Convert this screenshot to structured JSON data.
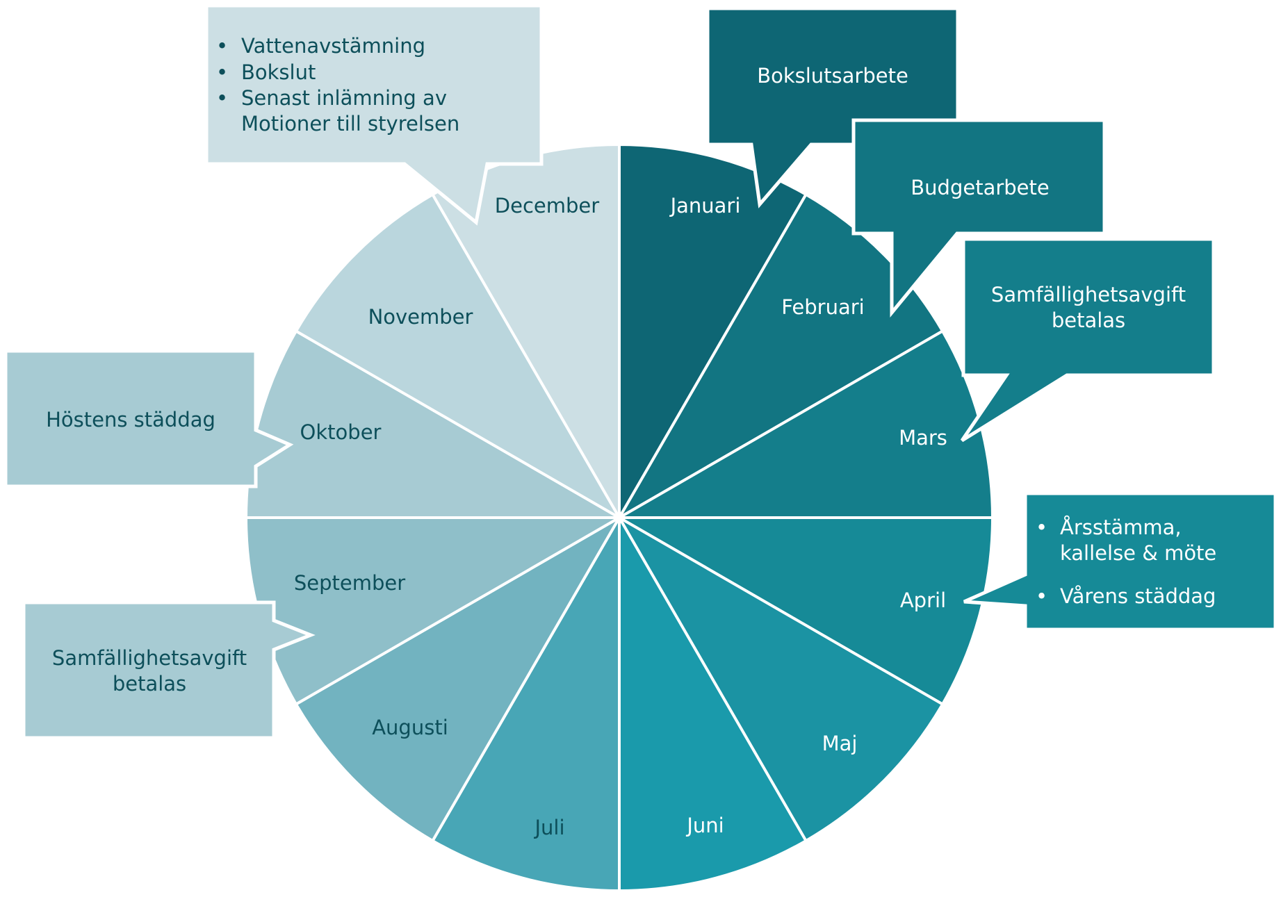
{
  "title": "Årshjul",
  "months": [
    {
      "label": "Januari",
      "color": "#0e6674",
      "text_color": "#ffffff"
    },
    {
      "label": "Februari",
      "color": "#127582",
      "text_color": "#ffffff"
    },
    {
      "label": "Mars",
      "color": "#147e8b",
      "text_color": "#ffffff"
    },
    {
      "label": "April",
      "color": "#168a97",
      "text_color": "#ffffff"
    },
    {
      "label": "Maj",
      "color": "#1b93a3",
      "text_color": "#ffffff"
    },
    {
      "label": "Juni",
      "color": "#1a9aab",
      "text_color": "#ffffff"
    },
    {
      "label": "Juli",
      "color": "#48a6b6",
      "text_color": "#0d4f5a"
    },
    {
      "label": "Augusti",
      "color": "#72b3c0",
      "text_color": "#0d4f5a"
    },
    {
      "label": "September",
      "color": "#8fbfc9",
      "text_color": "#0d4f5a"
    },
    {
      "label": "Oktober",
      "color": "#a7cbd3",
      "text_color": "#0d4f5a"
    },
    {
      "label": "November",
      "color": "#bad6dd",
      "text_color": "#0d4f5a"
    },
    {
      "label": "December",
      "color": "#ccdfe4",
      "text_color": "#0d4f5a"
    }
  ],
  "callouts": {
    "december": {
      "items": [
        "Vattenavstämning",
        "Bokslut",
        "Senast inlämning av",
        "Motioner till styrelsen"
      ],
      "color": "#ccdfe4"
    },
    "januari": {
      "text": "Bokslutsarbete",
      "color": "#0e6674"
    },
    "februari": {
      "text": "Budgetarbete",
      "color": "#127582"
    },
    "mars": {
      "lines": [
        "Samfällighetsavgift",
        "betalas"
      ],
      "color": "#147e8b"
    },
    "april": {
      "items": [
        "Årsstämma,",
        "kallelse & möte",
        "Vårens städdag"
      ],
      "color": "#168a97"
    },
    "oktober": {
      "text": "Höstens städdag",
      "color": "#a7cbd3"
    },
    "september": {
      "lines": [
        "Samfällighetsavgift",
        "betalas"
      ],
      "color": "#a7cbd3"
    }
  },
  "bullet": "•"
}
